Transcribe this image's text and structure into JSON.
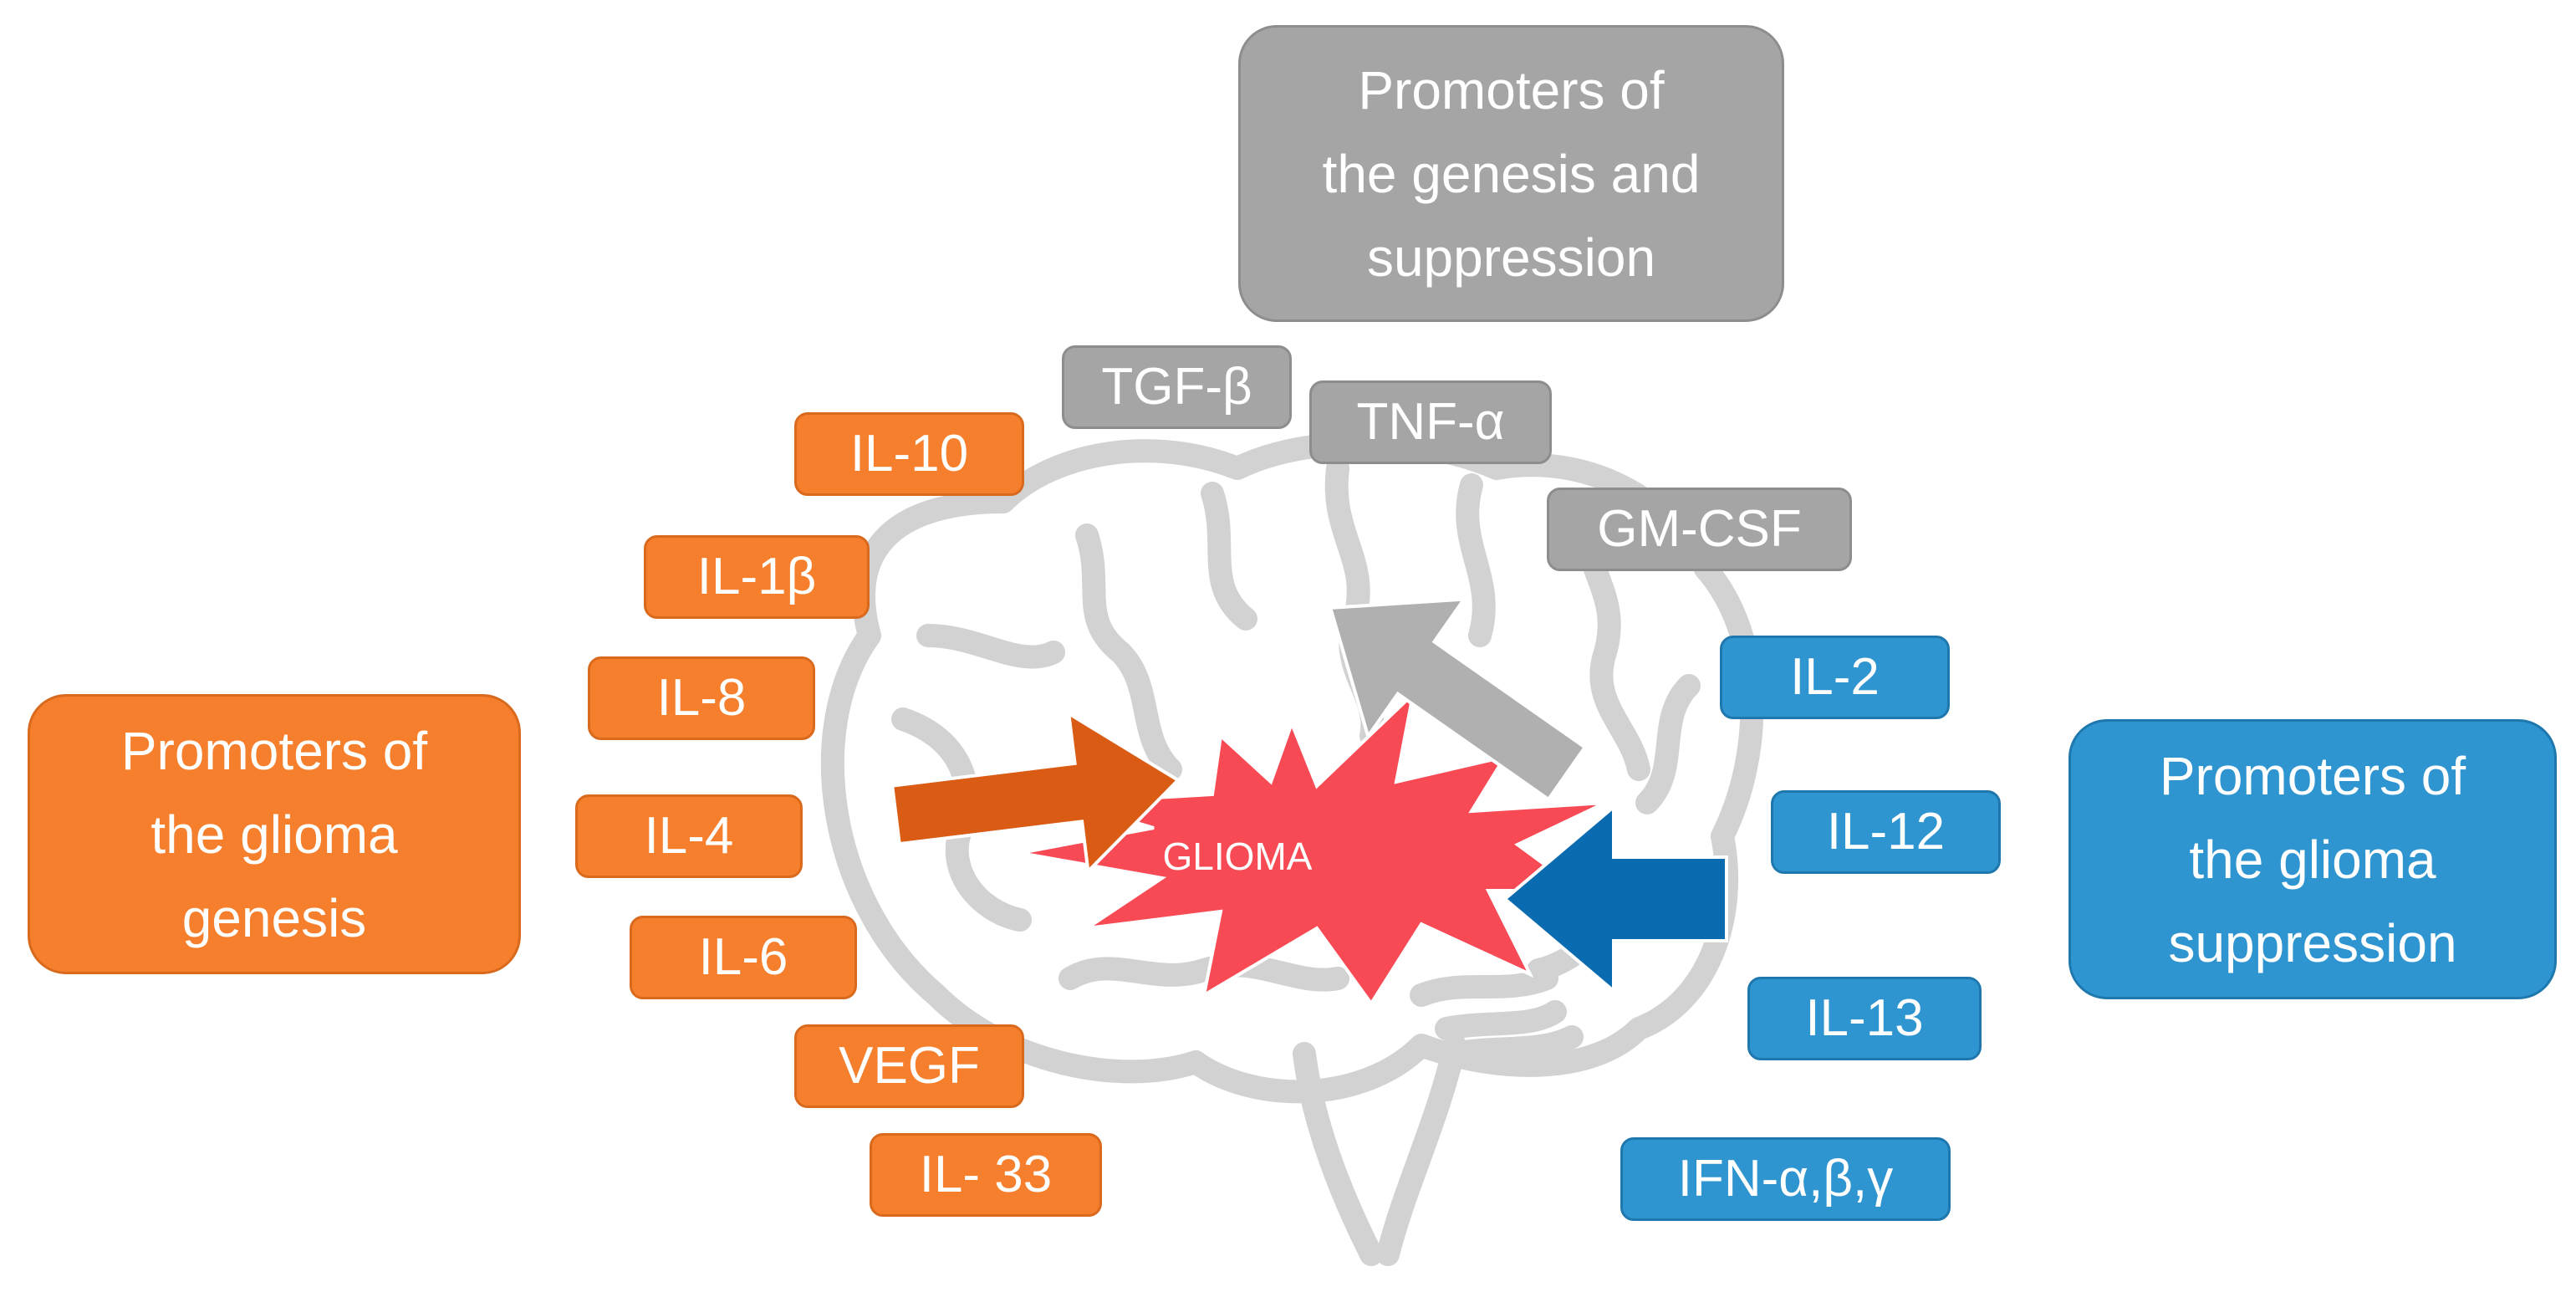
{
  "center": {
    "label": "GLIOMA"
  },
  "groups": {
    "genesis": {
      "title": "Promoters of\nthe glioma\ngenesis",
      "color": "#f57f2c"
    },
    "both": {
      "title": "Promoters of\nthe genesis and\nsuppression",
      "color": "#a5a5a5"
    },
    "suppression": {
      "title": "Promoters of\nthe glioma\nsuppression",
      "color": "#2f95d0"
    }
  },
  "orange_tags": [
    "IL-10",
    "IL-1β",
    "IL-8",
    "IL-4",
    "IL-6",
    "VEGF",
    "IL- 33"
  ],
  "gray_tags": [
    "TGF-β",
    "TNF-α",
    "GM-CSF"
  ],
  "blue_tags": [
    "IL-2",
    "IL-12",
    "IL-13",
    "IFN-α,β,γ"
  ],
  "colors": {
    "brain_outline": "#d2d2d2",
    "glioma_fill": "#f74a55",
    "arrow_orange": "#d95b14",
    "arrow_gray": "#b0b0b0",
    "arrow_blue": "#0b6bb0"
  }
}
